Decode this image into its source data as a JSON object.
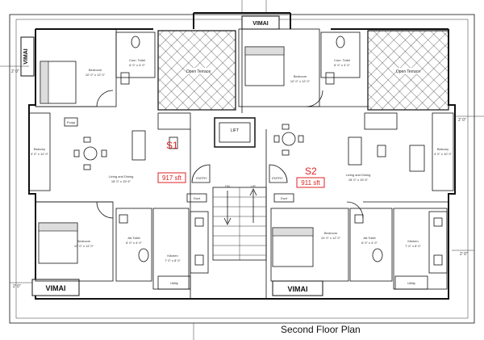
{
  "title": "Second Floor Plan",
  "units": [
    {
      "id": "S1",
      "area": "917 sft"
    },
    {
      "id": "S2",
      "area": "911 sft"
    }
  ],
  "rooms": {
    "bedroom": "Bedroom",
    "com_toilet": "Com. Toilet",
    "open_terrace": "Open Terrace",
    "balcony": "Balcony",
    "living_dining": "Living and Dining",
    "kitchen": "Kitchen",
    "att_toilet": "Att.Toilet",
    "utility": "Utility",
    "lift": "LIFT",
    "dn": "DN",
    "up": "UP",
    "duct": "Duct",
    "pooja": "Pooja"
  },
  "signage": "VIMAI",
  "dims": {
    "bed1": "10' 0\" x 12' 0\"",
    "bed2": "10' 0\" x 12' 0\"",
    "living1": "18' 0\" x 15' 6\"",
    "living2": "18' 0\" x 15' 6\"",
    "kitchen": "7' 0\" x 8' 0\"",
    "toilet": "6' 0\" x 4' 0\"",
    "balcony": "4' 0\" x 10' 0\"",
    "edge": "2' 0\""
  },
  "colors": {
    "accent": "#e02020",
    "line": "#111111"
  }
}
